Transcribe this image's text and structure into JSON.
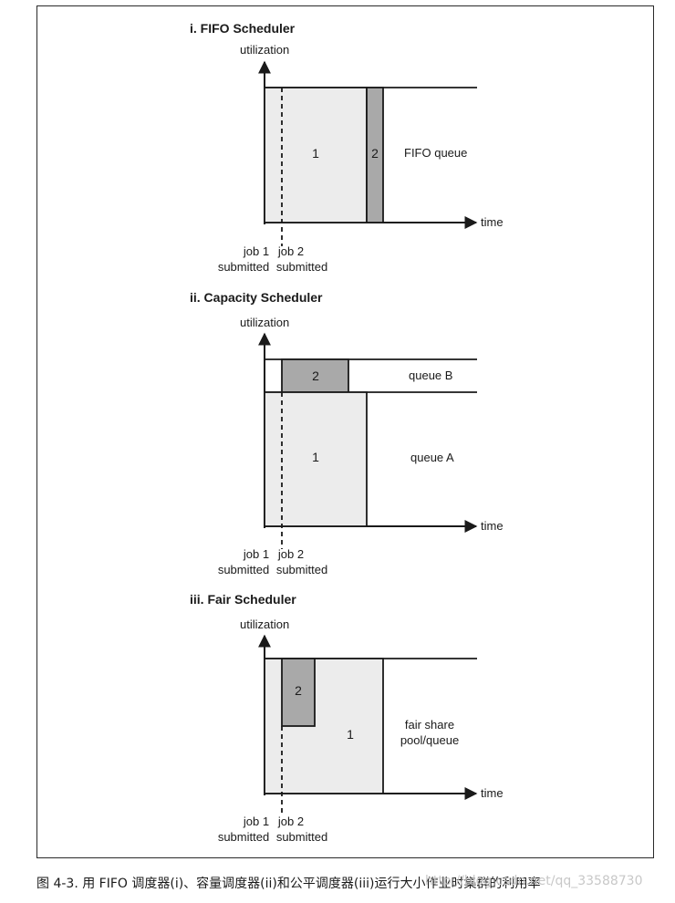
{
  "colors": {
    "light_fill": "#ececec",
    "dark_fill": "#a9a9a9",
    "stroke": "#1a1a1a",
    "watermark": "#c8c8c8"
  },
  "common": {
    "y_axis_label": "utilization",
    "x_axis_label": "time",
    "job1_line1": "job 1",
    "job1_line2": "submitted",
    "job2_line1": "job 2",
    "job2_line2": "submitted"
  },
  "panels": [
    {
      "title": "i. FIFO Scheduler",
      "job1_label": "1",
      "job2_label": "2",
      "queue_label": "FIFO queue"
    },
    {
      "title": "ii. Capacity Scheduler",
      "job1_label": "1",
      "job2_label": "2",
      "queue_b_label": "queue B",
      "queue_a_label": "queue A"
    },
    {
      "title": "iii. Fair Scheduler",
      "job1_label": "1",
      "job2_label": "2",
      "queue_label_line1": "fair share",
      "queue_label_line2": "pool/queue"
    }
  ],
  "caption": "图 4-3. 用 FIFO 调度器(i)、容量调度器(ii)和公平调度器(iii)运行大小作业时集群的利用率",
  "watermark": "http://blog.csdn.net/qq_33588730"
}
